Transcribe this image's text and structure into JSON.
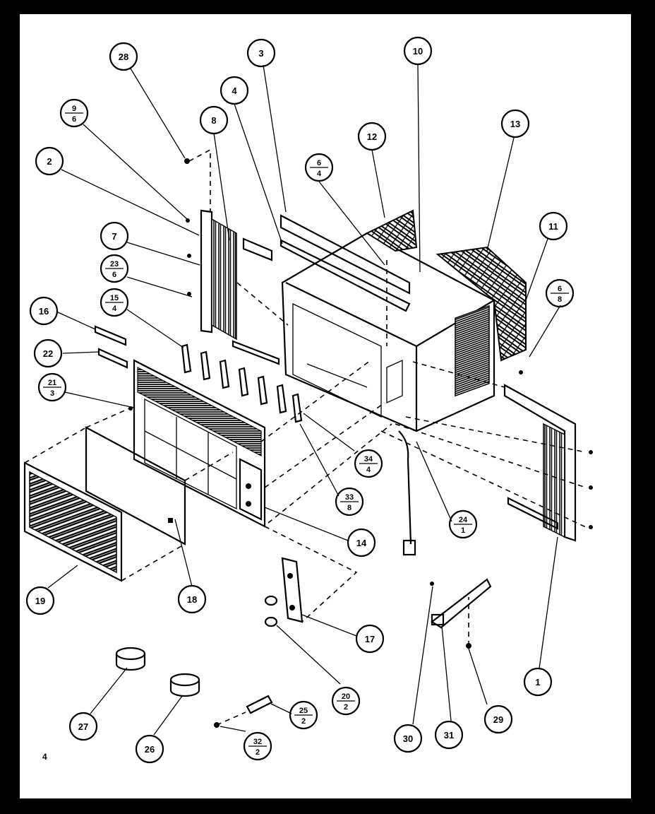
{
  "page_number": "4",
  "callouts": [
    {
      "id": "c28",
      "top": "28"
    },
    {
      "id": "c3",
      "top": "3"
    },
    {
      "id": "c10",
      "top": "10"
    },
    {
      "id": "c4",
      "top": "4"
    },
    {
      "id": "c8",
      "top": "8"
    },
    {
      "id": "c9-6",
      "top": "9",
      "bottom": "6"
    },
    {
      "id": "c12",
      "top": "12"
    },
    {
      "id": "c13",
      "top": "13"
    },
    {
      "id": "c2",
      "top": "2"
    },
    {
      "id": "c6-4",
      "top": "6",
      "bottom": "4"
    },
    {
      "id": "c11",
      "top": "11"
    },
    {
      "id": "c7",
      "top": "7"
    },
    {
      "id": "c23-6",
      "top": "23",
      "bottom": "6"
    },
    {
      "id": "c6-8",
      "top": "6",
      "bottom": "8"
    },
    {
      "id": "c15-4",
      "top": "15",
      "bottom": "4"
    },
    {
      "id": "c16",
      "top": "16"
    },
    {
      "id": "c22",
      "top": "22"
    },
    {
      "id": "c21-3",
      "top": "21",
      "bottom": "3"
    },
    {
      "id": "c34-4",
      "top": "34",
      "bottom": "4"
    },
    {
      "id": "c33-8",
      "top": "33",
      "bottom": "8"
    },
    {
      "id": "c24-1",
      "top": "24",
      "bottom": "1"
    },
    {
      "id": "c14",
      "top": "14"
    },
    {
      "id": "c19",
      "top": "19"
    },
    {
      "id": "c18",
      "top": "18"
    },
    {
      "id": "c17",
      "top": "17"
    },
    {
      "id": "c1",
      "top": "1"
    },
    {
      "id": "c20-2",
      "top": "20",
      "bottom": "2"
    },
    {
      "id": "c27",
      "top": "27"
    },
    {
      "id": "c26",
      "top": "26"
    },
    {
      "id": "c25-2",
      "top": "25",
      "bottom": "2"
    },
    {
      "id": "c32-2",
      "top": "32",
      "bottom": "2"
    },
    {
      "id": "c30",
      "top": "30"
    },
    {
      "id": "c31",
      "top": "31"
    },
    {
      "id": "c29",
      "top": "29"
    }
  ]
}
